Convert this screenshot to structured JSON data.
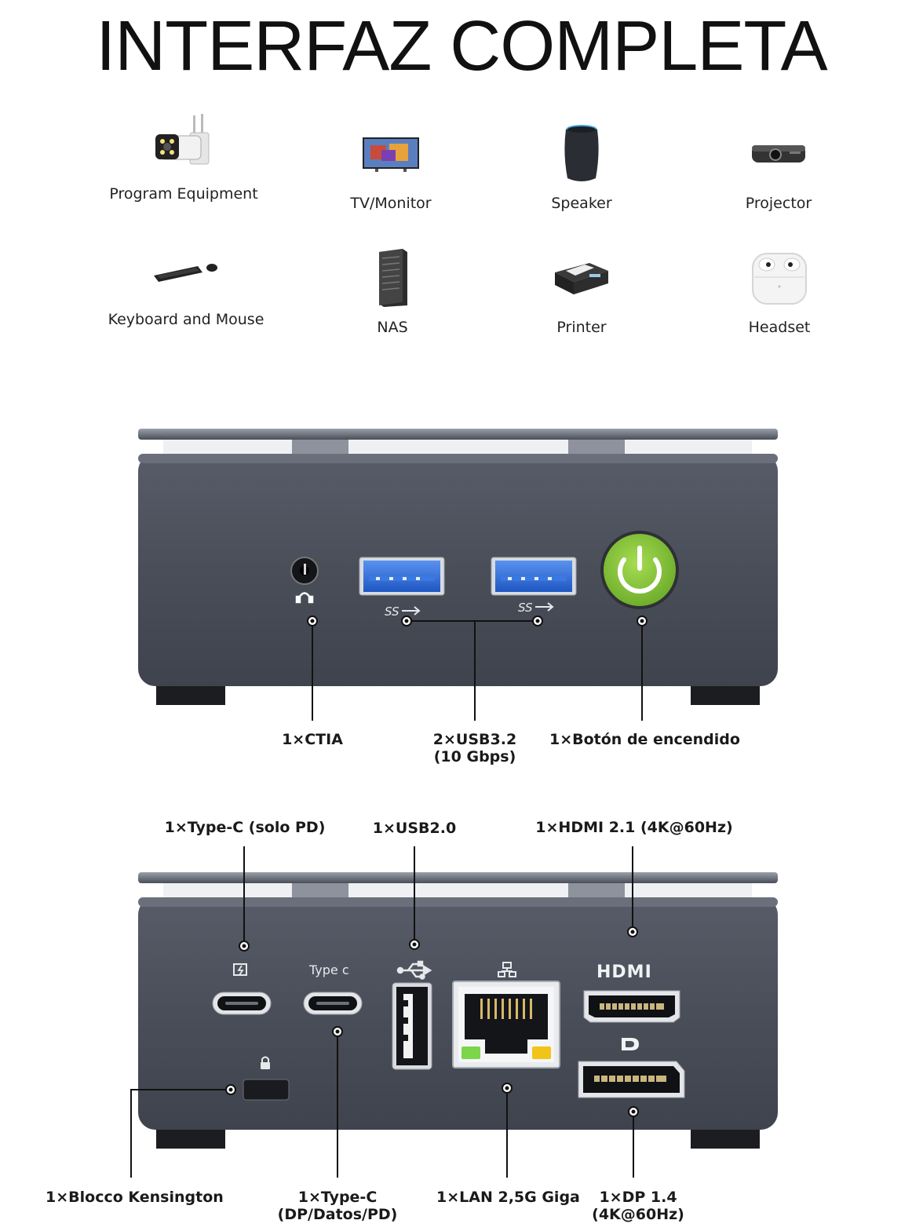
{
  "title": "INTERFAZ COMPLETA",
  "devices": [
    {
      "label": "Program Equipment",
      "icon": "security-camera-icon"
    },
    {
      "label": "TV/Monitor",
      "icon": "tv-monitor-icon"
    },
    {
      "label": "Speaker",
      "icon": "smart-speaker-icon"
    },
    {
      "label": "Projector",
      "icon": "projector-icon"
    },
    {
      "label": "Keyboard and Mouse",
      "icon": "keyboard-mouse-icon"
    },
    {
      "label": "NAS",
      "icon": "nas-tower-icon"
    },
    {
      "label": "Printer",
      "icon": "printer-icon"
    },
    {
      "label": "Headset",
      "icon": "earbuds-icon"
    }
  ],
  "front": {
    "ctia": "1×CTIA",
    "usb_line1": "2×USB3.2",
    "usb_line2": "(10 Gbps)",
    "power": "1×Botón de encendido",
    "ss_mark": "SS",
    "power_color": "#8cc63f"
  },
  "back": {
    "typec_pd": "1×Type-C (solo PD)",
    "usb2": "1×USB2.0",
    "hdmi": "1×HDMI 2.1 (4K@60Hz)",
    "kensington": "1×Blocco Kensington",
    "typec_dp_line1": "1×Type-C",
    "typec_dp_line2": "(DP/Datos/PD)",
    "lan": "1×LAN 2,5G Giga",
    "dp_line1": "1×DP 1.4",
    "dp_line2": "(4K@60Hz)",
    "type_c_mark": "Type c",
    "hdmi_mark": "HDMI"
  },
  "colors": {
    "chassis": "#4a4e59",
    "usb_blue": "#2f6fd6",
    "led_green": "#7bd64a",
    "led_yellow": "#f2c318"
  }
}
